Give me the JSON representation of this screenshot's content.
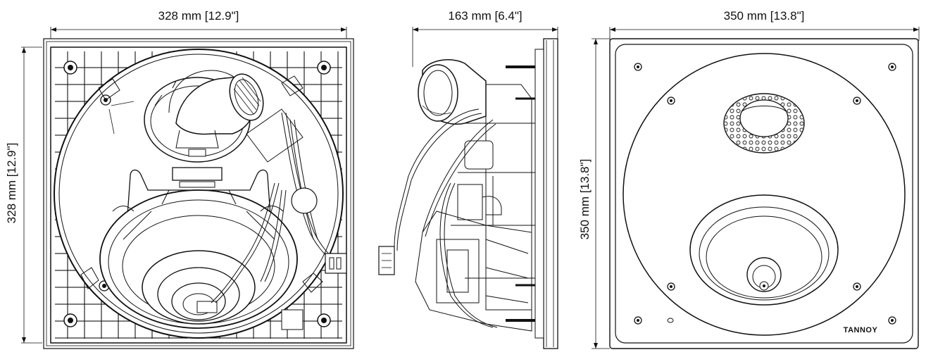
{
  "dimensions": {
    "rear_width": "328 mm [12.9\"]",
    "rear_height": "328 mm [12.9\"]",
    "side_depth": "163 mm [6.4\"]",
    "front_width": "350 mm [13.8\"]",
    "front_height": "350 mm [13.8\"]"
  },
  "brand": {
    "logo_text": "TANNOY"
  }
}
